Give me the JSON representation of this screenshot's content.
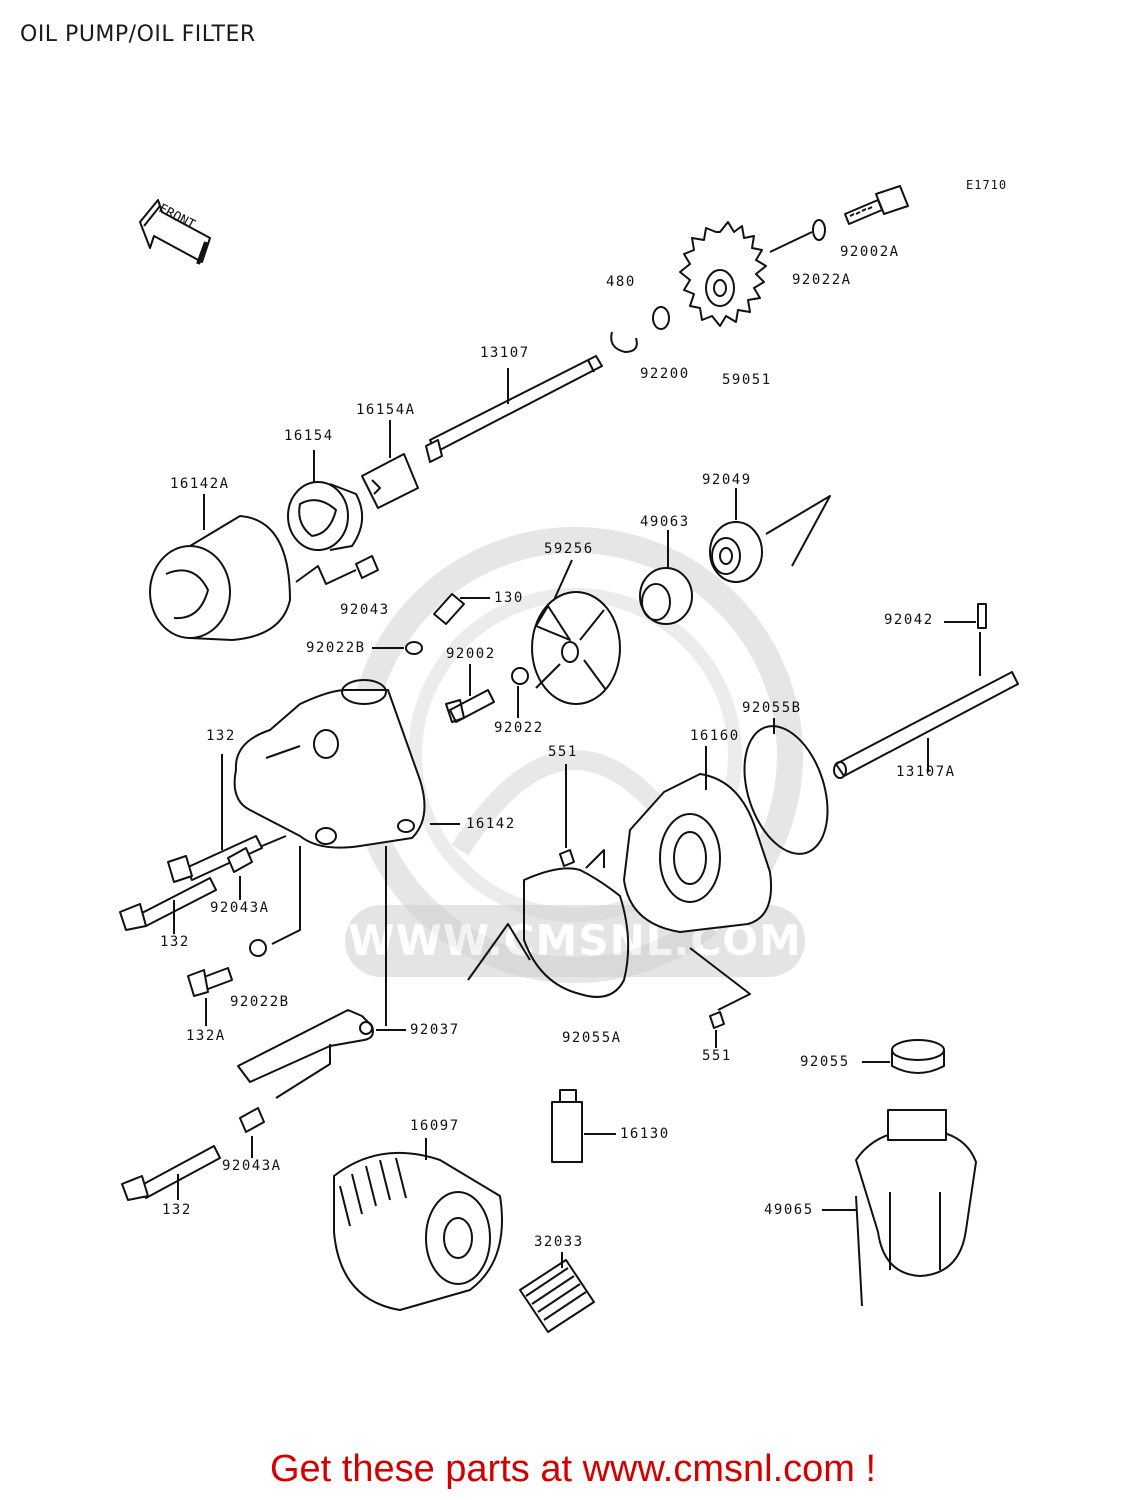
{
  "title": "OIL PUMP/OIL FILTER",
  "diagram_code": "E1710",
  "front_label": "FRONT",
  "watermark": "WWW.CMSNL.COM",
  "footer": "Get these parts at www.cmsnl.com !",
  "parts": [
    {
      "id": "p92002A",
      "label": "92002A"
    },
    {
      "id": "p92022A",
      "label": "92022A"
    },
    {
      "id": "p480",
      "label": "480"
    },
    {
      "id": "p92200",
      "label": "92200"
    },
    {
      "id": "p59051",
      "label": "59051"
    },
    {
      "id": "p13107",
      "label": "13107"
    },
    {
      "id": "p16154A",
      "label": "16154A"
    },
    {
      "id": "p16154",
      "label": "16154"
    },
    {
      "id": "p16142A",
      "label": "16142A"
    },
    {
      "id": "p92049",
      "label": "92049"
    },
    {
      "id": "p49063",
      "label": "49063"
    },
    {
      "id": "p59256",
      "label": "59256"
    },
    {
      "id": "p92043",
      "label": "92043"
    },
    {
      "id": "p130",
      "label": "130"
    },
    {
      "id": "p92042",
      "label": "92042"
    },
    {
      "id": "p92022B_top",
      "label": "92022B"
    },
    {
      "id": "p92002",
      "label": "92002"
    },
    {
      "id": "p92022",
      "label": "92022"
    },
    {
      "id": "p92055B",
      "label": "92055B"
    },
    {
      "id": "p132_top",
      "label": "132"
    },
    {
      "id": "p551_top",
      "label": "551"
    },
    {
      "id": "p16160",
      "label": "16160"
    },
    {
      "id": "p13107A",
      "label": "13107A"
    },
    {
      "id": "p16142",
      "label": "16142"
    },
    {
      "id": "p92043A_top",
      "label": "92043A"
    },
    {
      "id": "p132_mid",
      "label": "132"
    },
    {
      "id": "p92022B_bot",
      "label": "92022B"
    },
    {
      "id": "p132A",
      "label": "132A"
    },
    {
      "id": "p92037",
      "label": "92037"
    },
    {
      "id": "p92055A",
      "label": "92055A"
    },
    {
      "id": "p551_bot",
      "label": "551"
    },
    {
      "id": "p92055",
      "label": "92055"
    },
    {
      "id": "p16097",
      "label": "16097"
    },
    {
      "id": "p16130",
      "label": "16130"
    },
    {
      "id": "p92043A_bot",
      "label": "92043A"
    },
    {
      "id": "p132_bot",
      "label": "132"
    },
    {
      "id": "p49065",
      "label": "49065"
    },
    {
      "id": "p32033",
      "label": "32033"
    }
  ]
}
